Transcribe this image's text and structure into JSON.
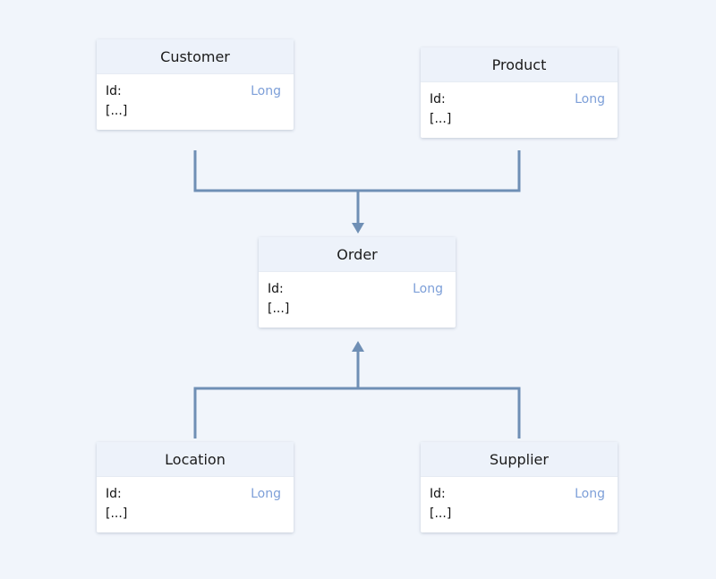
{
  "entities": {
    "customer": {
      "title": "Customer",
      "field_name": "Id:",
      "field_type": "Long",
      "more": "[...]"
    },
    "product": {
      "title": "Product",
      "field_name": "Id:",
      "field_type": "Long",
      "more": "[...]"
    },
    "order": {
      "title": "Order",
      "field_name": "Id:",
      "field_type": "Long",
      "more": "[...]"
    },
    "location": {
      "title": "Location",
      "field_name": "Id:",
      "field_type": "Long",
      "more": "[...]"
    },
    "supplier": {
      "title": "Supplier",
      "field_name": "Id:",
      "field_type": "Long",
      "more": "[...]"
    }
  },
  "colors": {
    "background": "#f1f5fb",
    "connector": "#6f8fb5",
    "type_text": "#7d9fd8",
    "header_bg": "#edf2fa"
  }
}
